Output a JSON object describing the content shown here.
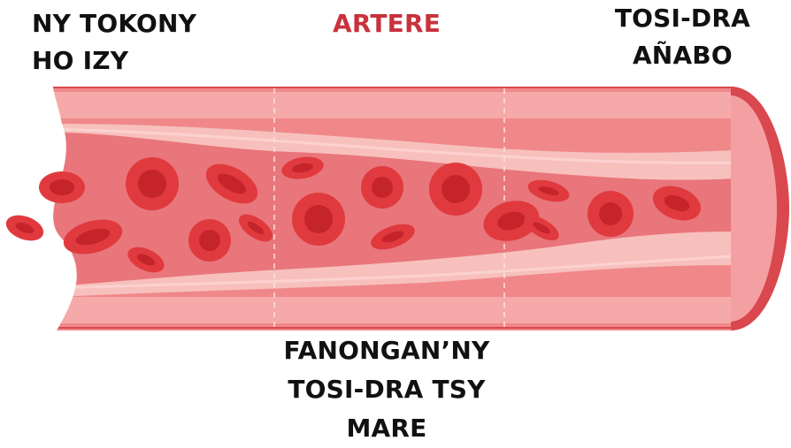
{
  "labels": {
    "top_left": [
      "NY TOKONY",
      "HO IZY"
    ],
    "title": "ARTERE",
    "top_right": [
      "TOSI-DRA",
      "AÑABO"
    ],
    "bottom": [
      "FANONGAN’NY",
      "TOSI-DRA TSY",
      "MARE"
    ]
  },
  "colors": {
    "title": "#c8323c",
    "text": "#111111",
    "wall_outer": "#f0888a",
    "wall_inner": "#f5aaa9",
    "lumen": "#e8767a",
    "plaque": "#f7c0bd",
    "cell": "#e03a3e",
    "cell_center": "#c4242a",
    "rim": "#d9484e",
    "ring": "#f4a0a2"
  },
  "icons": {
    "cells": "red-blood-cell-icon",
    "artery": "artery-tube"
  }
}
